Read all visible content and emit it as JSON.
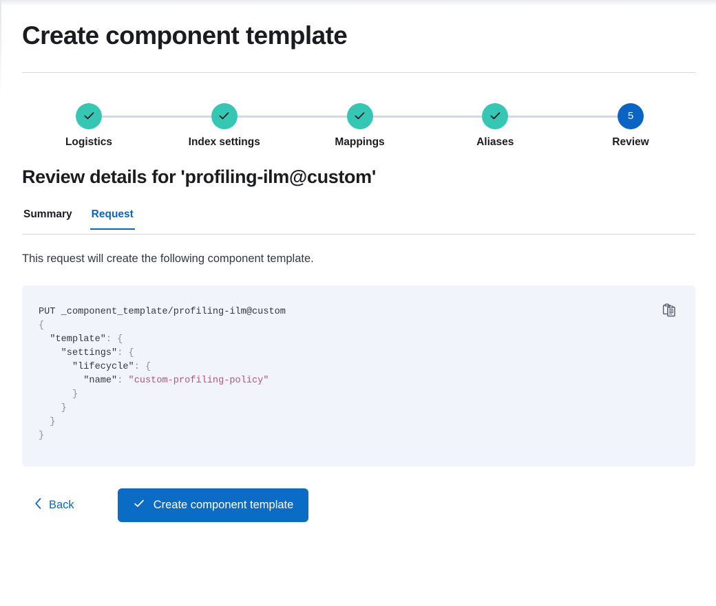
{
  "page": {
    "title": "Create component template",
    "review_heading": "Review details for 'profiling-ilm@custom'",
    "description": "This request will create the following component template."
  },
  "colors": {
    "step_done": "#36c6b4",
    "step_current": "#0b64c4",
    "accent_blue": "#0b64c4",
    "primary_button": "#0a6cc4",
    "code_background": "#f1f4fa",
    "code_string": "#b5547c",
    "divider": "#d3d7e0"
  },
  "steps": [
    {
      "label": "Logistics",
      "state": "done",
      "indicator": "check-icon",
      "number": "1"
    },
    {
      "label": "Index settings",
      "state": "done",
      "indicator": "check-icon",
      "number": "2"
    },
    {
      "label": "Mappings",
      "state": "done",
      "indicator": "check-icon",
      "number": "3"
    },
    {
      "label": "Aliases",
      "state": "done",
      "indicator": "check-icon",
      "number": "4"
    },
    {
      "label": "Review",
      "state": "current",
      "indicator": "number",
      "number": "5"
    }
  ],
  "tabs": [
    {
      "label": "Summary",
      "active": false
    },
    {
      "label": "Request",
      "active": true
    }
  ],
  "code": {
    "copy_icon": "copy-clipboard-icon",
    "lines": [
      [
        {
          "t": "PUT ",
          "c": "tok-method"
        },
        {
          "t": "_component_template/profiling-ilm@custom",
          "c": "tok-key"
        }
      ],
      [
        {
          "t": "{",
          "c": "tok-punc"
        }
      ],
      [
        {
          "t": "  ",
          "c": "tok-punc"
        },
        {
          "t": "\"template\"",
          "c": "tok-key"
        },
        {
          "t": ": {",
          "c": "tok-punc"
        }
      ],
      [
        {
          "t": "    ",
          "c": "tok-punc"
        },
        {
          "t": "\"settings\"",
          "c": "tok-key"
        },
        {
          "t": ": {",
          "c": "tok-punc"
        }
      ],
      [
        {
          "t": "      ",
          "c": "tok-punc"
        },
        {
          "t": "\"lifecycle\"",
          "c": "tok-key"
        },
        {
          "t": ": {",
          "c": "tok-punc"
        }
      ],
      [
        {
          "t": "        ",
          "c": "tok-punc"
        },
        {
          "t": "\"name\"",
          "c": "tok-key"
        },
        {
          "t": ": ",
          "c": "tok-punc"
        },
        {
          "t": "\"custom-profiling-policy\"",
          "c": "tok-str"
        }
      ],
      [
        {
          "t": "      }",
          "c": "tok-punc"
        }
      ],
      [
        {
          "t": "    }",
          "c": "tok-punc"
        }
      ],
      [
        {
          "t": "  }",
          "c": "tok-punc"
        }
      ],
      [
        {
          "t": "}",
          "c": "tok-punc"
        }
      ]
    ],
    "plain_text": "PUT _component_template/profiling-ilm@custom\n{\n  \"template\": {\n    \"settings\": {\n      \"lifecycle\": {\n        \"name\": \"custom-profiling-policy\"\n      }\n    }\n  }\n}"
  },
  "footer": {
    "back_label": "Back",
    "back_icon": "chevron-left-icon",
    "create_label": "Create component template",
    "create_icon": "check-icon"
  }
}
